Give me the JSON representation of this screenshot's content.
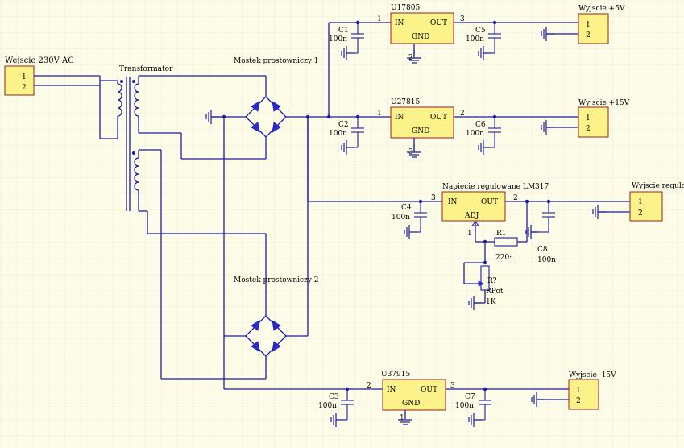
{
  "labels": {
    "input_title": "Wejscie 230V AC",
    "transformer": "Transformator",
    "bridge1": "Mostek prostowniczy 1",
    "bridge2": "Mostek prostowniczy 2",
    "out5v": "Wyjscie +5V",
    "out15v": "Wyjscie +15V",
    "outreg": "Wyjscie regulow",
    "outm15v": "Wyjscie -15V",
    "reg_title": "Napiecie regulowane LM317"
  },
  "regulators": [
    {
      "ref": "U17805",
      "in": "IN",
      "out": "OUT",
      "gnd": "GND",
      "pin_in": "1",
      "pin_out": "3",
      "pin_gnd": "2"
    },
    {
      "ref": "U27815",
      "in": "IN",
      "out": "OUT",
      "gnd": "GND",
      "pin_in": "1",
      "pin_out": "2",
      "pin_gnd": "3"
    },
    {
      "ref": "U37915",
      "in": "IN",
      "out": "OUT",
      "gnd": "GND",
      "pin_in": "2",
      "pin_out": "3",
      "pin_gnd": "1"
    }
  ],
  "lm317": {
    "in": "IN",
    "out": "OUT",
    "adj": "ADJ",
    "pin_in": "3",
    "pin_out": "2",
    "pin_adj": "1"
  },
  "caps": {
    "C1": {
      "ref": "C1",
      "val": "100n"
    },
    "C2": {
      "ref": "C2",
      "val": "100n"
    },
    "C3": {
      "ref": "C3",
      "val": "100n"
    },
    "C4": {
      "ref": "C4",
      "val": "100n"
    },
    "C5": {
      "ref": "C5",
      "val": "100n"
    },
    "C6": {
      "ref": "C6",
      "val": "100n"
    },
    "C7": {
      "ref": "C7",
      "val": "100n"
    },
    "C8": {
      "ref": "C8",
      "val": "100n"
    }
  },
  "r1": {
    "ref": "R1",
    "val": "220:"
  },
  "rpot": {
    "ref": "R?",
    "name": "RPot",
    "val": "1K"
  },
  "connector_pins": {
    "p1": "1",
    "p2": "2"
  },
  "colors": {
    "background": "#fdfce9",
    "wire": "#1d1ba6",
    "component_fill": "#fbf38a",
    "component_border": "#9a2020",
    "diode": "#2c2cd6"
  }
}
